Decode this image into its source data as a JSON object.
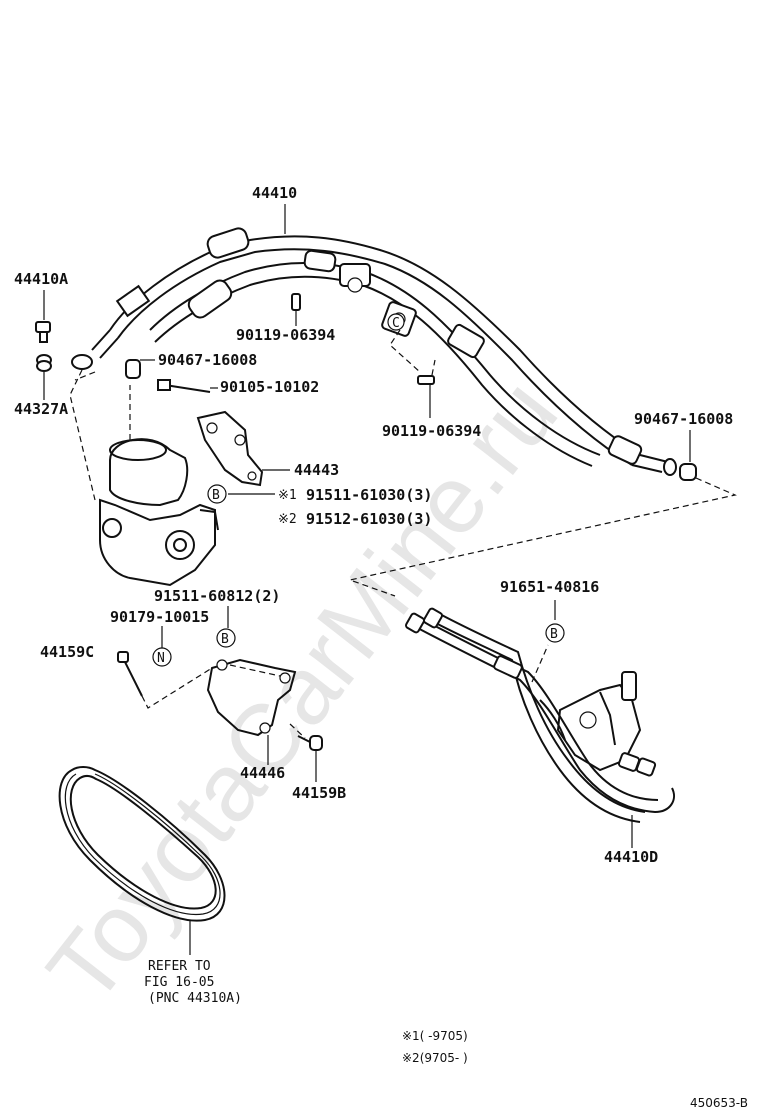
{
  "watermark": "ToyotaCarMine.ru",
  "parts": {
    "p44410": "44410",
    "p44410A": "44410A",
    "p44327A": "44327A",
    "p90467_top": "90467-16008",
    "p90105": "90105-10102",
    "p90119_a": "90119-06394",
    "p90119_b": "90119-06394",
    "p90467_right": "90467-16008",
    "p44443": "44443",
    "p91511_61030": "91511-61030(3)",
    "p91512_61030": "91512-61030(3)",
    "p91511_60812": "91511-60812(2)",
    "p90179": "90179-10015",
    "p44159C": "44159C",
    "p44446": "44446",
    "p44159B": "44159B",
    "p91651": "91651-40816",
    "p44410D": "44410D"
  },
  "markers": {
    "B": "B",
    "C": "C",
    "N": "N",
    "note1": "※1",
    "note2": "※2"
  },
  "refer": {
    "line1": "REFER TO",
    "line2": "FIG 16-05",
    "line3": "(PNC 44310A)"
  },
  "footnotes": {
    "n1": "※1(        -9705)",
    "n2": "※2(9705-        )"
  },
  "figure_id": "450653-B"
}
